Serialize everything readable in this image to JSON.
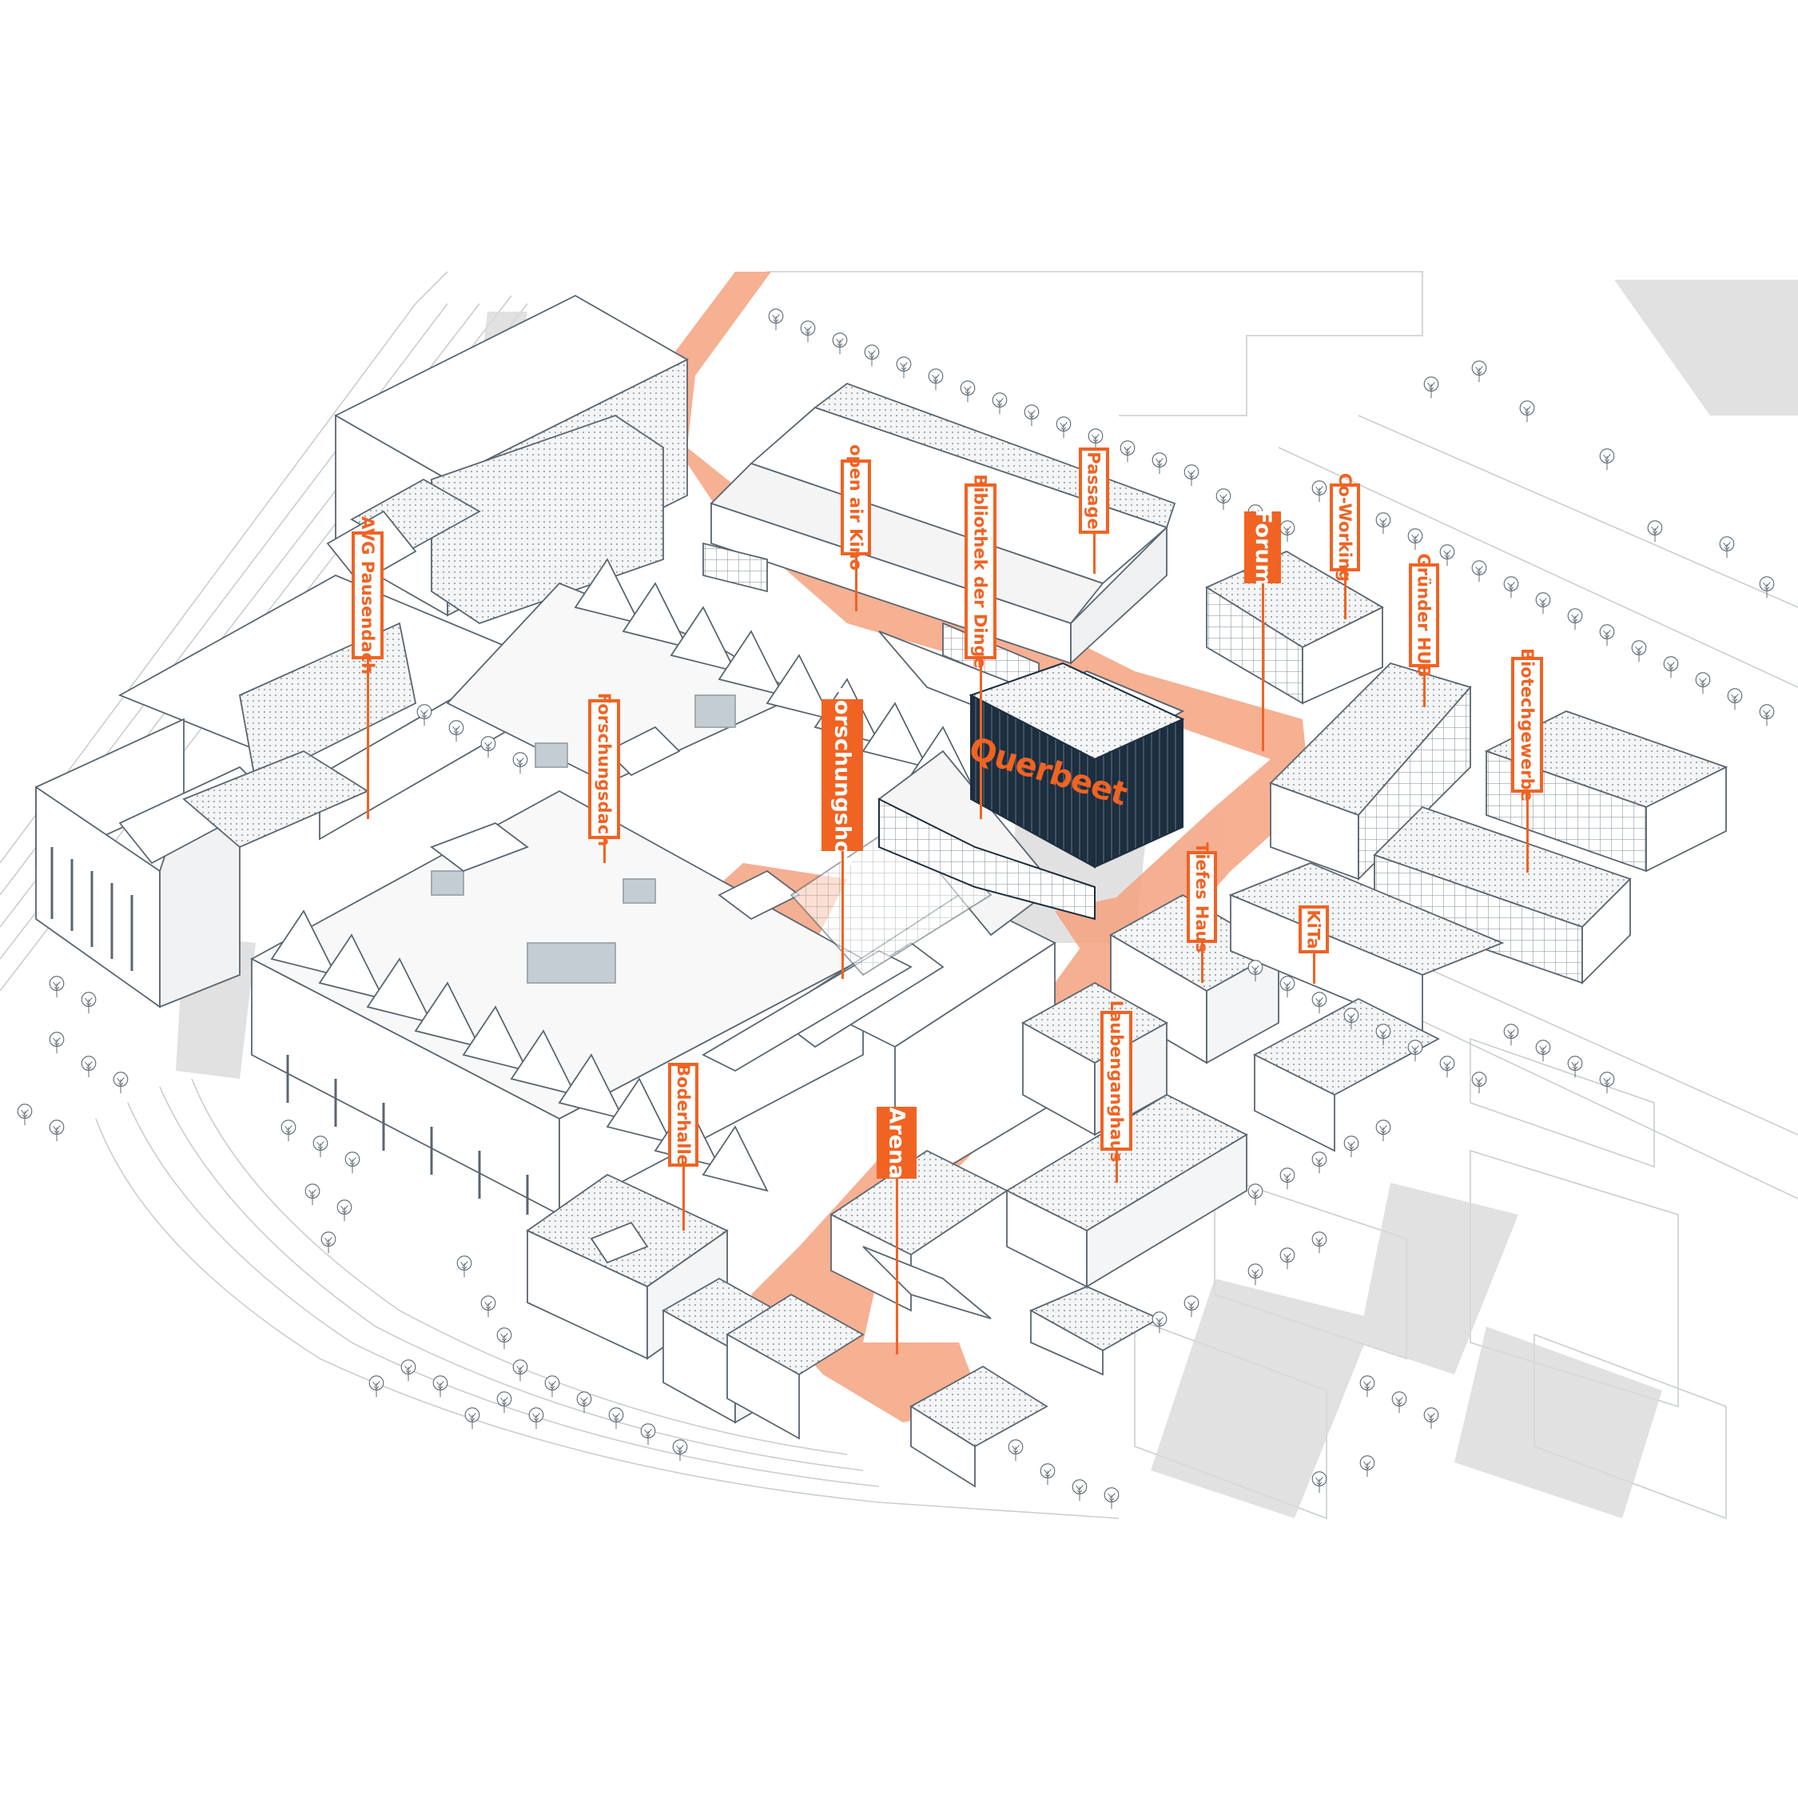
{
  "colors": {
    "accent": "#f06323",
    "route": "#f4a27f",
    "line": "#5a6670",
    "shadow": "#d9d9d9",
    "tower": "#1d2e3f"
  },
  "tower_sign": "Querbeet",
  "labels": [
    {
      "key": "avg",
      "text": "AVG Pausendach",
      "main": false
    },
    {
      "key": "openair",
      "text": "open air Kino",
      "main": false
    },
    {
      "key": "bibliothek",
      "text": "Bibliothek der Dinge",
      "main": false
    },
    {
      "key": "passage",
      "text": "Passage",
      "main": false
    },
    {
      "key": "forum",
      "text": "Forum",
      "main": true
    },
    {
      "key": "coworking",
      "text": "Co-Working",
      "main": false
    },
    {
      "key": "gruender",
      "text": "Gründer HUB",
      "main": false
    },
    {
      "key": "biotech",
      "text": "Biotechgewerbe",
      "main": false
    },
    {
      "key": "forschungsdach",
      "text": "Forschungsdach",
      "main": false
    },
    {
      "key": "forschungshof",
      "text": "Forschungshof",
      "main": true
    },
    {
      "key": "tiefes",
      "text": "Tiefes Haus",
      "main": false
    },
    {
      "key": "kita",
      "text": "KiTa",
      "main": false
    },
    {
      "key": "laubengang",
      "text": "Laubenganghaus",
      "main": false
    },
    {
      "key": "boderhalle",
      "text": "Boderhalle",
      "main": false
    },
    {
      "key": "arena",
      "text": "Arena",
      "main": true
    }
  ]
}
